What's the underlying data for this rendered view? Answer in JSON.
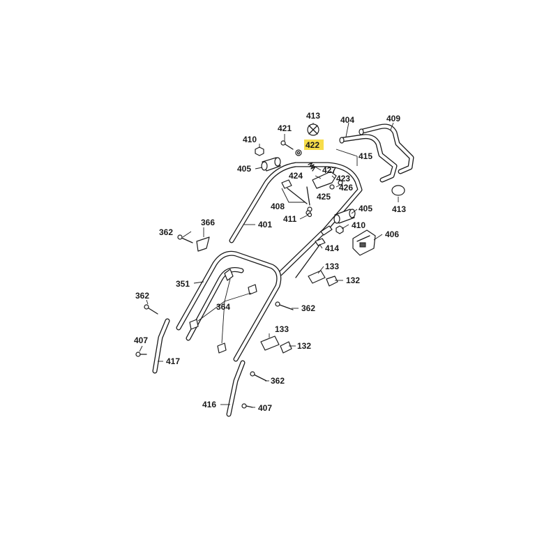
{
  "labels": {
    "p413a": "413",
    "p404": "404",
    "p409": "409",
    "p410a": "410",
    "p421": "421",
    "p422": "422",
    "p415": "415",
    "p405a": "405",
    "p427": "427",
    "p424": "424",
    "p423": "423",
    "p426": "426",
    "p413b": "413",
    "p425": "425",
    "p408": "408",
    "p405b": "405",
    "p366": "366",
    "p362a": "362",
    "p411": "411",
    "p401": "401",
    "p410b": "410",
    "p406": "406",
    "p414": "414",
    "p133a": "133",
    "p351": "351",
    "p132a": "132",
    "p362b": "362",
    "p364": "364",
    "p362c": "362",
    "p133b": "133",
    "p407a": "407",
    "p132b": "132",
    "p417": "417",
    "p362d": "362",
    "p416": "416",
    "p407b": "407"
  },
  "highlight": {
    "part": "422",
    "color": "#f7dd4a"
  }
}
